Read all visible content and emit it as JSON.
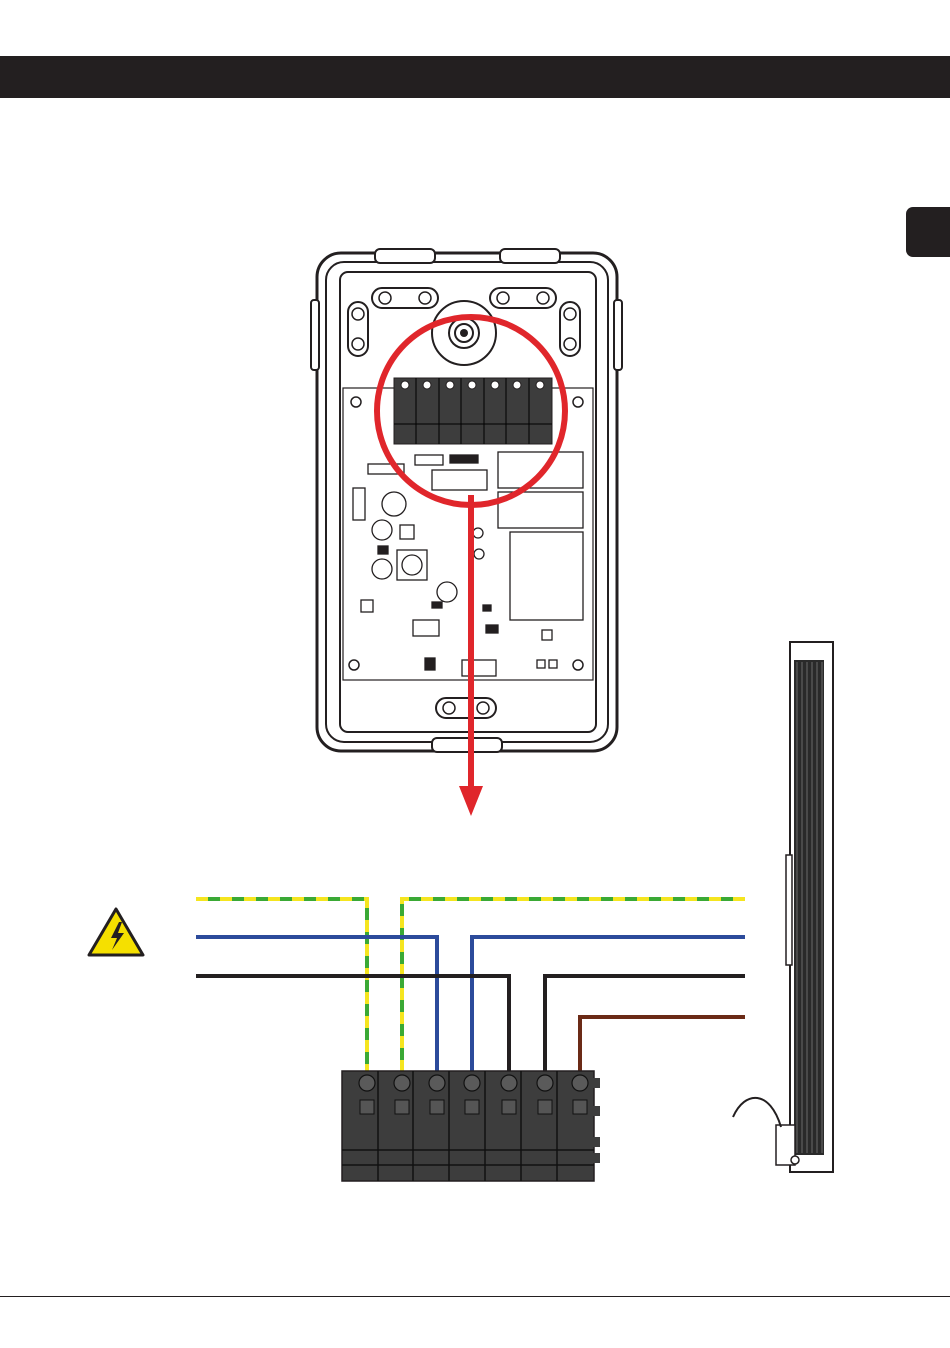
{
  "colors": {
    "header": "#231f20",
    "highlight": "#e0262b",
    "earth_green": "#3aa935",
    "earth_yellow": "#f5e51f",
    "neutral_blue": "#2c4b9b",
    "line_black": "#231f20",
    "line_brown": "#6b2a16",
    "warning_yellow": "#f5e000",
    "terminal_gray": "#3d3d3d"
  },
  "icons": {
    "warning": "electrical-hazard-warning-icon",
    "arrow": "arrow-down-icon"
  },
  "wires": [
    {
      "name": "earth-wire-left",
      "type": "earth"
    },
    {
      "name": "earth-wire-right",
      "type": "earth"
    },
    {
      "name": "neutral-wire-left",
      "type": "neutral"
    },
    {
      "name": "neutral-wire-right",
      "type": "neutral"
    },
    {
      "name": "black-wire-left",
      "type": "black"
    },
    {
      "name": "black-wire-right",
      "type": "black"
    },
    {
      "name": "brown-wire",
      "type": "brown"
    }
  ],
  "terminal_block": {
    "positions": 7
  }
}
